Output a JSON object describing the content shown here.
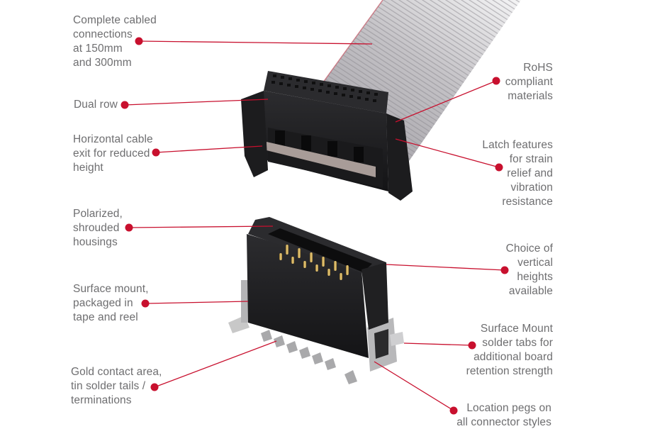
{
  "colors": {
    "accent": "#c8102e",
    "label_text": "#6e6e70",
    "housing": "#1e1e20",
    "cable": "#b8b6ba",
    "gold_pin": "#c9a24a",
    "background": "#ffffff"
  },
  "callouts": {
    "left": [
      {
        "id": "cabled",
        "text": "Complete cabled\nconnections\nat 150mm\nand 300mm"
      },
      {
        "id": "dual-row",
        "text": "Dual row"
      },
      {
        "id": "horizontal-exit",
        "text": "Horizontal cable\nexit for reduced\nheight"
      },
      {
        "id": "polarized",
        "text": "Polarized,\nshrouded\nhousings"
      },
      {
        "id": "surface-mount",
        "text": "Surface mount,\npackaged in\ntape and reel"
      },
      {
        "id": "gold-contact",
        "text": "Gold contact area,\ntin solder tails /\nterminations"
      }
    ],
    "right": [
      {
        "id": "rohs",
        "text": "RoHS\ncompliant\nmaterials"
      },
      {
        "id": "latch",
        "text": "Latch features\nfor strain\nrelief and\nvibration\nresistance"
      },
      {
        "id": "vertical-heights",
        "text": "Choice of\nvertical\nheights\navailable"
      },
      {
        "id": "solder-tabs",
        "text": "Surface Mount\nsolder tabs for\nadditional board\nretention strength"
      },
      {
        "id": "location-pegs",
        "text": "Location pegs on\nall connector styles"
      }
    ]
  },
  "images": {
    "top": "cable-assembly-connector-icon",
    "bottom": "smt-header-connector-icon"
  }
}
